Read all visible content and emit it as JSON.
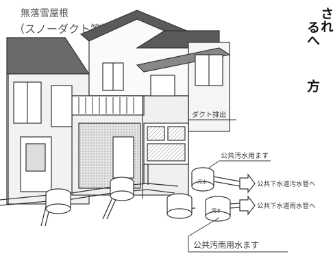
{
  "title_line1": "無落雪屋根",
  "title_line2": "（スノーダクト等）",
  "label_duct_exit": "ダクト排出",
  "label_sewage_inlet": "公共汚水用ます",
  "label_rain_inlet": "公共汚雨用水ます",
  "label_to_sewer": "公共下水道汚水管へ",
  "label_to_storm": "公共下水道雨水管へ",
  "inlet_sewage_mark": "汚水",
  "inlet_rain_mark": "雨水",
  "side_text_col1": "され",
  "side_text_col2": "るへ",
  "side_text_col3": "方",
  "colors": {
    "line": "#333333",
    "bg": "#ffffff",
    "shade": "#cfcfcf"
  }
}
